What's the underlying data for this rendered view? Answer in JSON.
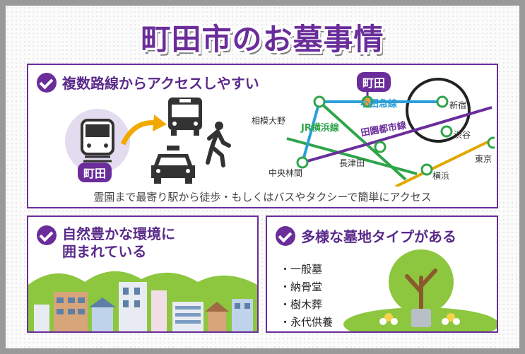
{
  "title": "町田市のお墓事情",
  "access": {
    "heading": "複数路線からアクセスしやすい",
    "station_tag": "町田",
    "map_tag": "町田",
    "caption": "霊園まで最寄り駅から徒歩・もしくはバスやタクシーで簡単にアクセス",
    "lines": {
      "odakyu": "小田急線",
      "yokohama": "JR横浜線",
      "denentoshi": "田園都市線"
    },
    "stations": {
      "sagamiono": "相模大野",
      "chuorinkan": "中央林間",
      "nagatsuta": "長津田",
      "shinjuku": "新宿",
      "shibuya": "渋谷",
      "tokyo": "東京",
      "yokohama": "横浜"
    },
    "colors": {
      "odakyu": "#2a9fd8",
      "yokohama": "#2fa54a",
      "denentoshi": "#6a2d9a",
      "tokaido": "#e0a800"
    }
  },
  "nature": {
    "heading_line1": "自然豊かな環境に",
    "heading_line2": "囲まれている"
  },
  "types": {
    "heading": "多様な墓地タイプがある",
    "items": [
      "一般墓",
      "納骨堂",
      "樹木葬",
      "永代供養"
    ]
  },
  "colors": {
    "accent": "#6a2d9a",
    "green": "#8dc63f"
  }
}
